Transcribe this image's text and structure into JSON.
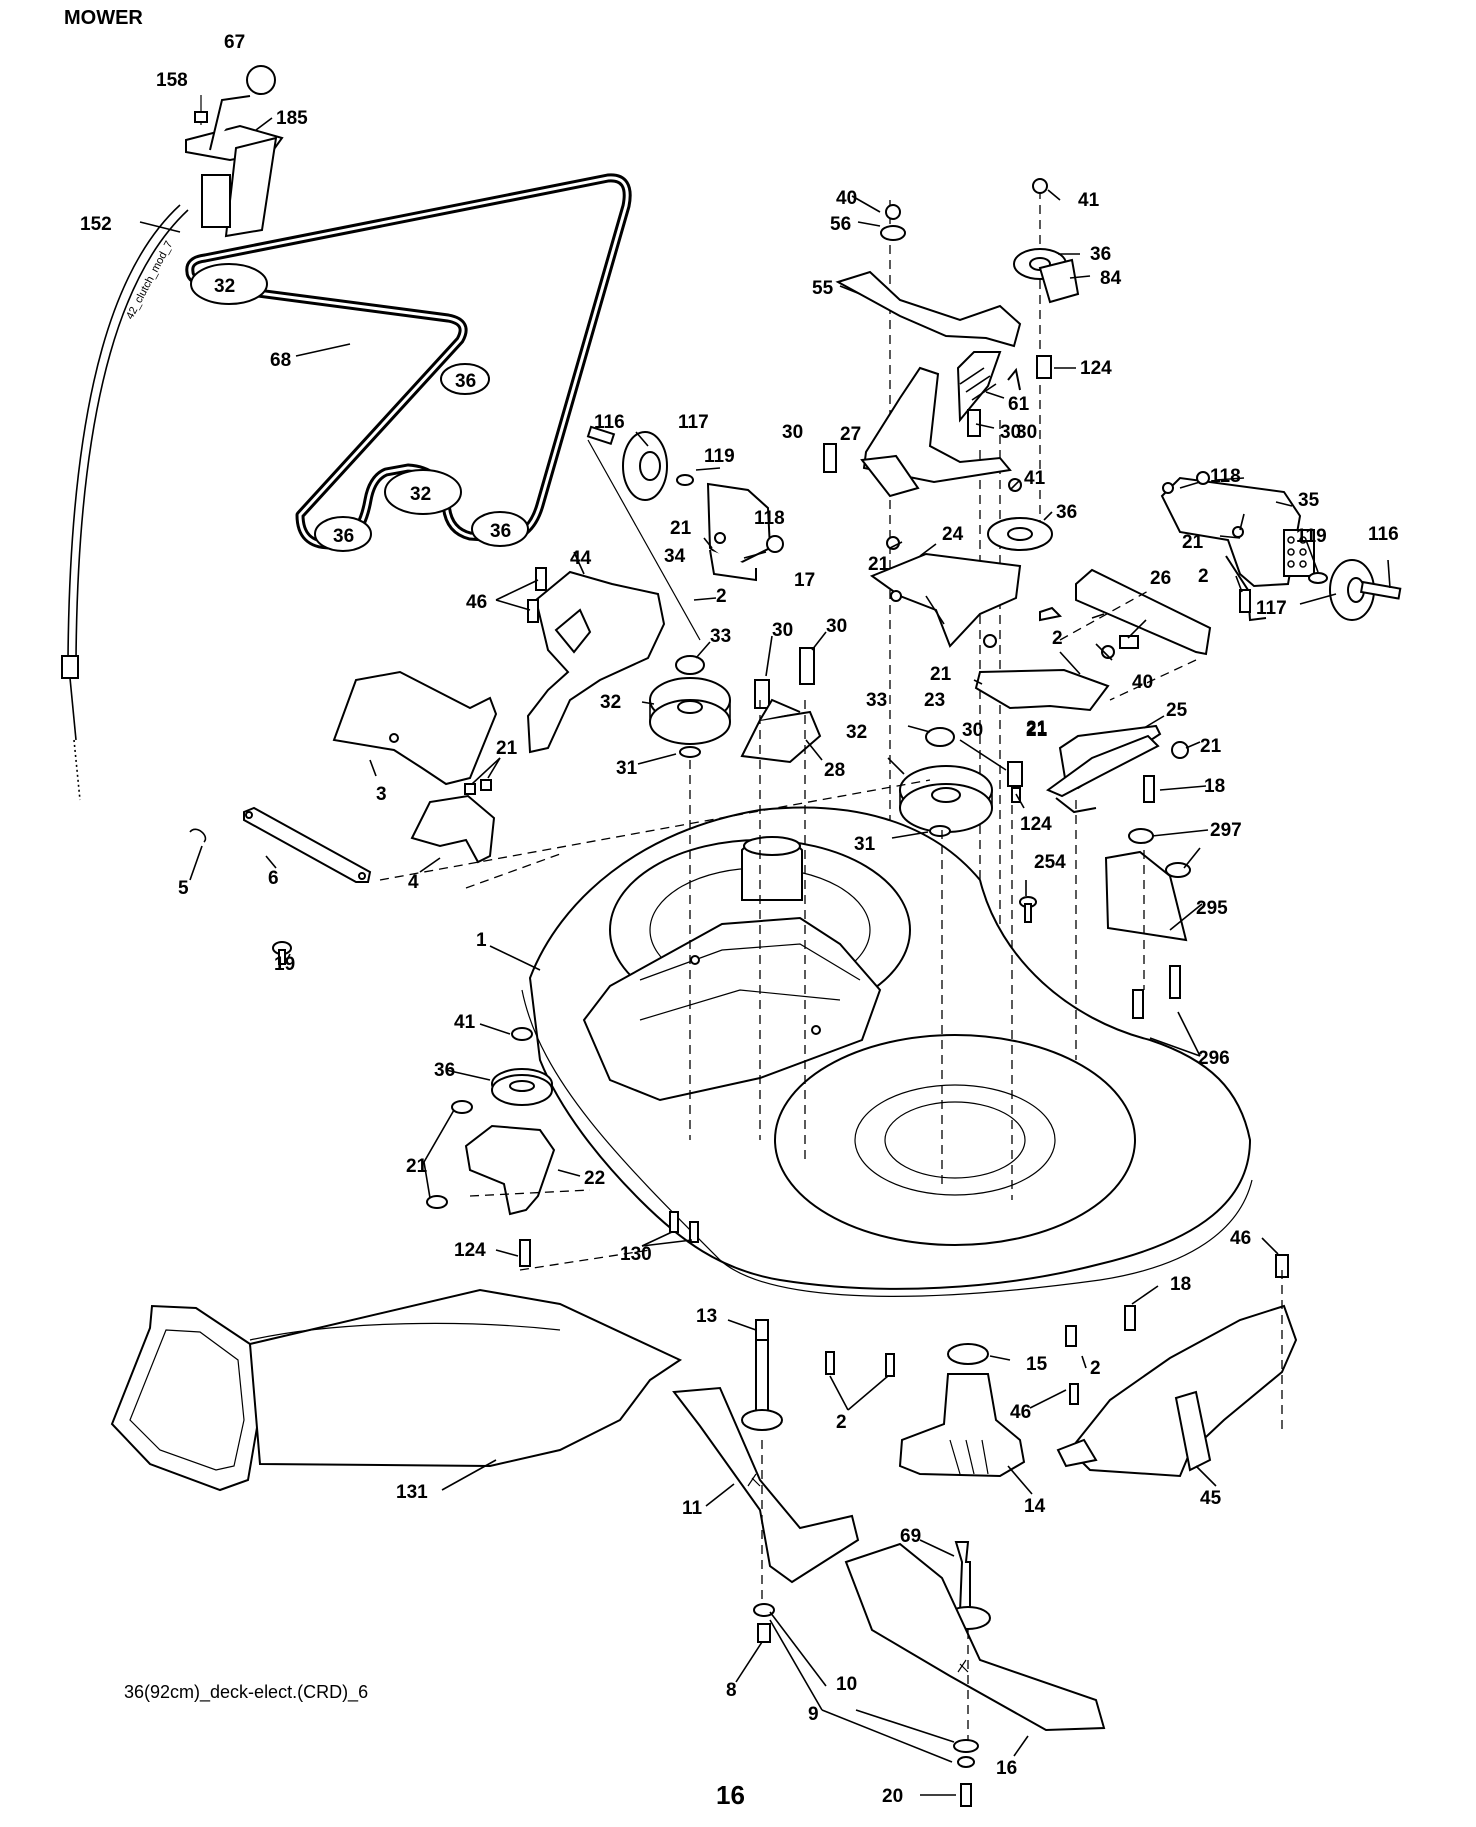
{
  "header_fragment": "MOWER",
  "caption": "36(92cm)_deck-elect.(CRD)_6",
  "page_number": "16",
  "cable_text": "42_clutch_mod_7",
  "belt_pulley_labels": [
    "32",
    "36",
    "32",
    "36",
    "36"
  ],
  "callouts": [
    "67",
    "158",
    "185",
    "152",
    "68",
    "116",
    "117",
    "119",
    "118",
    "21",
    "34",
    "2",
    "30",
    "27",
    "17",
    "30",
    "40",
    "56",
    "55",
    "41",
    "36",
    "84",
    "124",
    "61",
    "30",
    "41",
    "36",
    "21",
    "24",
    "21",
    "118",
    "35",
    "119",
    "116",
    "21",
    "2",
    "117",
    "44",
    "46",
    "33",
    "30",
    "30",
    "32",
    "31",
    "28",
    "33",
    "32",
    "30",
    "31",
    "21",
    "124",
    "23",
    "26",
    "2",
    "40",
    "21",
    "25",
    "21",
    "18",
    "3",
    "21",
    "5",
    "6",
    "4",
    "19",
    "254",
    "297",
    "295",
    "1",
    "296",
    "41",
    "36",
    "21",
    "22",
    "124",
    "130",
    "46",
    "18",
    "131",
    "13",
    "2",
    "15",
    "2",
    "46",
    "14",
    "45",
    "11",
    "69",
    "8",
    "10",
    "9",
    "20",
    "16"
  ]
}
